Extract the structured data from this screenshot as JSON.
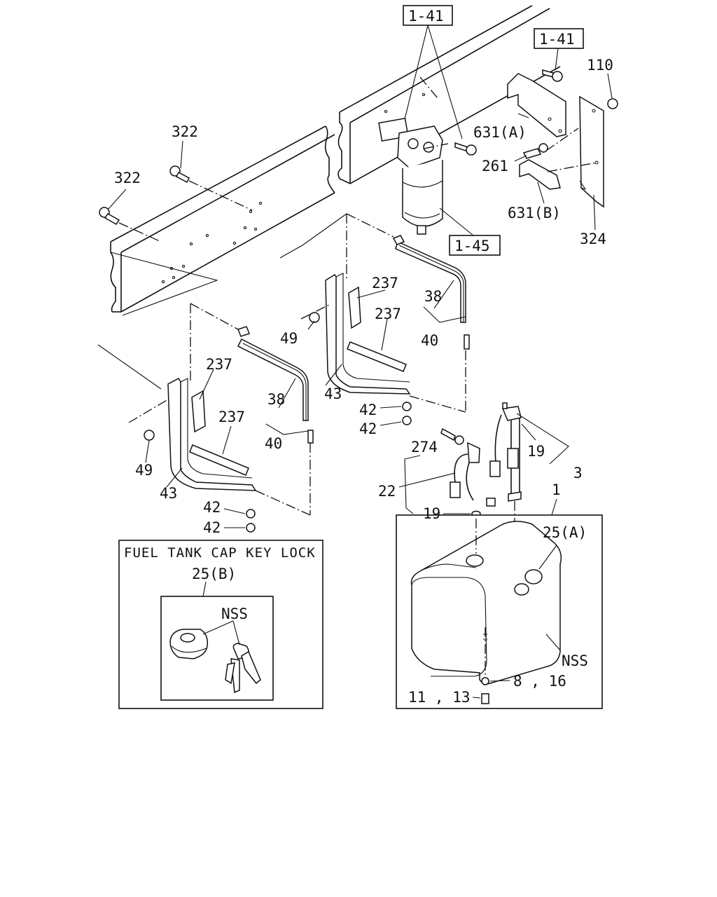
{
  "refs": {
    "r1": "1-41",
    "r2": "1-41",
    "r3": "1-45"
  },
  "callouts": {
    "c110": "110",
    "c631a": "631(A)",
    "c261": "261",
    "c631b": "631(B)",
    "c324": "324",
    "c322a": "322",
    "c322b": "322",
    "c237a": "237",
    "c38a": "38",
    "c237b": "237",
    "c40a": "40",
    "c49a": "49",
    "c43a": "43",
    "c42a": "42",
    "c42b": "42",
    "c237c": "237",
    "c237d": "237",
    "c38b": "38",
    "c40b": "40",
    "c49b": "49",
    "c43b": "43",
    "c42c": "42",
    "c42d": "42",
    "c19a": "19",
    "c3": "3",
    "c274": "274",
    "c22": "22",
    "c19b": "19",
    "c1": "1",
    "c25a": "25(A)",
    "cNSS1": "NSS",
    "c816": "8 , 16",
    "c1113": "11 , 13"
  },
  "inset": {
    "title": "FUEL TANK CAP KEY LOCK",
    "part": "25(B)",
    "nss": "NSS"
  }
}
